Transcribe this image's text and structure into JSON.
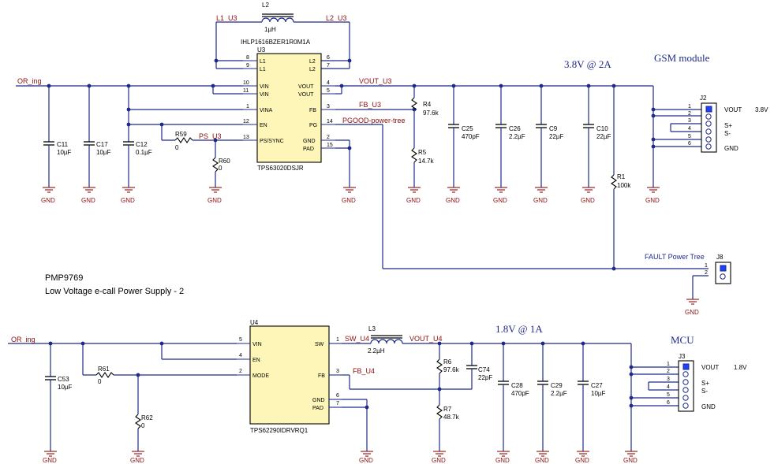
{
  "title": {
    "part": "PMP9769",
    "desc": "Low Voltage e-call Power Supply - 2"
  },
  "top": {
    "input_net": "OR_ing",
    "ic": {
      "ref": "U3",
      "part": "TPS63020DSJR",
      "left_pins": [
        {
          "num": "8",
          "name": "L1"
        },
        {
          "num": "9",
          "name": "L1"
        },
        {
          "num": "10",
          "name": "VIN"
        },
        {
          "num": "11",
          "name": "VIN"
        },
        {
          "num": "1",
          "name": "VINA"
        },
        {
          "num": "12",
          "name": "EN"
        },
        {
          "num": "13",
          "name": "PS/SYNC"
        }
      ],
      "right_pins": [
        {
          "num": "6",
          "name": "L2"
        },
        {
          "num": "7",
          "name": "L2"
        },
        {
          "num": "4",
          "name": "VOUT"
        },
        {
          "num": "5",
          "name": "VOUT"
        },
        {
          "num": "3",
          "name": "FB"
        },
        {
          "num": "14",
          "name": "PG"
        },
        {
          "num": "2",
          "name": "GND"
        },
        {
          "num": "15",
          "name": "PAD"
        }
      ]
    },
    "inductor": {
      "ref": "L2",
      "value": "1µH",
      "part": "IHLP1616BZER1R0M1A"
    },
    "nets": {
      "l1": "L1_U3",
      "l2": "L2_U3",
      "vout": "VOUT_U3",
      "fb": "FB_U3",
      "ps": "PS_U3",
      "pgood": "PGOOD-power-tree",
      "fault": "FAULT Power Tree"
    },
    "rating": "3.8V @ 2A",
    "module": "GSM module",
    "caps_in": [
      {
        "ref": "C11",
        "value": "10µF"
      },
      {
        "ref": "C17",
        "value": "10µF"
      },
      {
        "ref": "C12",
        "value": "0.1µF"
      }
    ],
    "caps_out": [
      {
        "ref": "C25",
        "value": "470pF"
      },
      {
        "ref": "C26",
        "value": "2.2µF"
      },
      {
        "ref": "C9",
        "value": "22µF"
      },
      {
        "ref": "C10",
        "value": "22µF"
      }
    ],
    "resistors": {
      "r59": {
        "ref": "R59",
        "value": "0"
      },
      "r60": {
        "ref": "R60",
        "value": "0"
      },
      "r4": {
        "ref": "R4",
        "value": "97.6k"
      },
      "r5": {
        "ref": "R5",
        "value": "14.7k"
      },
      "r1": {
        "ref": "R1",
        "value": "100k"
      }
    },
    "j2": {
      "ref": "J2",
      "pins": [
        "1",
        "2",
        "3",
        "4",
        "5",
        "6"
      ],
      "labels": [
        "VOUT",
        "S+",
        "S-",
        "GND"
      ],
      "voltage": "3.8V"
    },
    "j8": {
      "ref": "J8",
      "pins": [
        "1",
        "2"
      ]
    }
  },
  "bottom": {
    "input_net": "OR_ing",
    "ic": {
      "ref": "U4",
      "part": "TPS62290IDRVRQ1",
      "left_pins": [
        {
          "num": "5",
          "name": "VIN"
        },
        {
          "num": "4",
          "name": "EN"
        },
        {
          "num": "2",
          "name": "MODE"
        }
      ],
      "right_pins": [
        {
          "num": "1",
          "name": "SW"
        },
        {
          "num": "3",
          "name": "FB"
        },
        {
          "num": "6",
          "name": "GND"
        },
        {
          "num": "7",
          "name": "PAD"
        }
      ]
    },
    "inductor": {
      "ref": "L3",
      "value": "2.2µH"
    },
    "nets": {
      "sw": "SW_U4",
      "vout": "VOUT_U4",
      "fb": "FB_U4"
    },
    "rating": "1.8V @ 1A",
    "module": "MCU",
    "c53": {
      "ref": "C53",
      "value": "10µF"
    },
    "c74": {
      "ref": "C74",
      "value": "22pF"
    },
    "caps_out": [
      {
        "ref": "C28",
        "value": "470pF"
      },
      {
        "ref": "C29",
        "value": "2.2µF"
      },
      {
        "ref": "C27",
        "value": "10µF"
      }
    ],
    "resistors": {
      "r61": {
        "ref": "R61",
        "value": "0"
      },
      "r62": {
        "ref": "R62",
        "value": "0"
      },
      "r6": {
        "ref": "R6",
        "value": "97.6k"
      },
      "r7": {
        "ref": "R7",
        "value": "48.7k"
      }
    },
    "j3": {
      "ref": "J3",
      "pins": [
        "1",
        "2",
        "3",
        "4",
        "5",
        "6"
      ],
      "labels": [
        "VOUT",
        "S+",
        "S-",
        "GND"
      ],
      "voltage": "1.8V"
    }
  },
  "gnd_label": "GND",
  "colors": {
    "wire": "#1e2a8a",
    "gnd": "#8b0d0d",
    "ic_fill": "#fdf6b8",
    "net_label": "#8b0d0d"
  }
}
